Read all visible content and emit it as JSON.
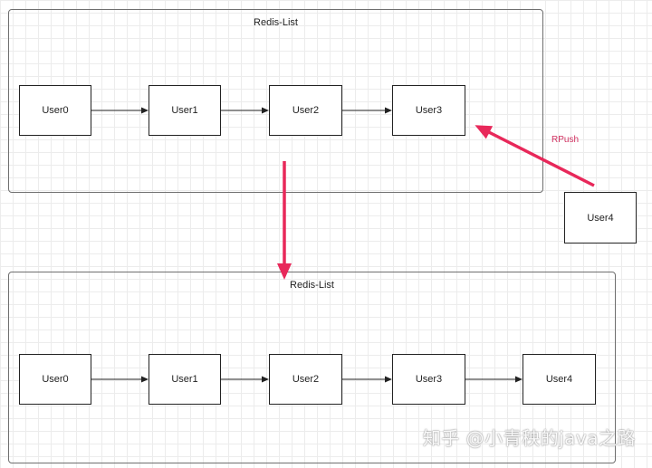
{
  "top_list": {
    "title": "Redis-List",
    "nodes": [
      "User0",
      "User1",
      "User2",
      "User3"
    ]
  },
  "incoming": {
    "node": "User4",
    "operation": "RPush"
  },
  "bottom_list": {
    "title": "Redis-List",
    "nodes": [
      "User0",
      "User1",
      "User2",
      "User3",
      "User4"
    ]
  },
  "watermark": "知乎 @小青秧的java之路",
  "colors": {
    "accent": "#e8285a",
    "label": "#d03060",
    "border": "#222222"
  }
}
